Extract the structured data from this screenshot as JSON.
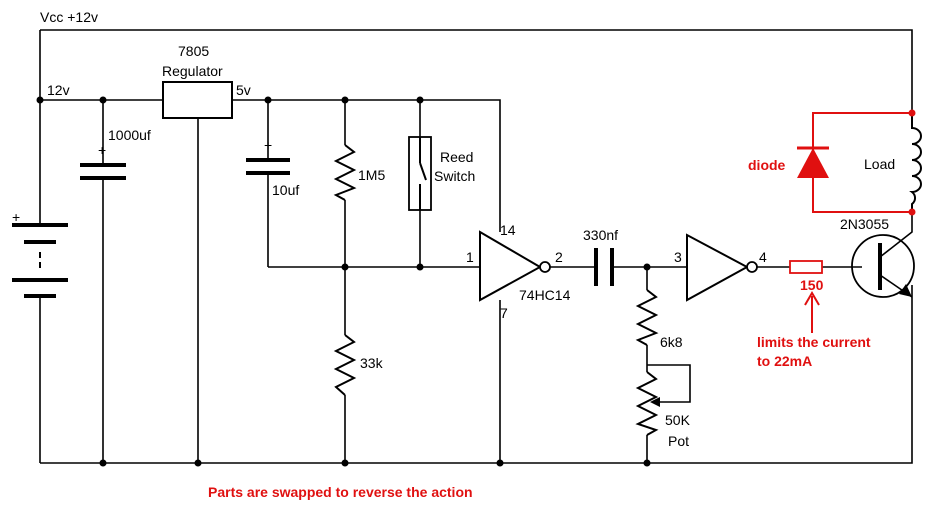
{
  "labels": {
    "vcc": "Vcc +12v",
    "v12": "12v",
    "reg_num": "7805",
    "reg_name": "Regulator",
    "v5": "5v",
    "c1000": "1000uf",
    "c10": "10uf",
    "r1m5": "1M5",
    "reed1": "Reed",
    "reed2": "Switch",
    "r33k": "33k",
    "pin14": "14",
    "pin1": "1",
    "pin2": "2",
    "pin7": "7",
    "ic": "74HC14",
    "c330": "330nf",
    "pin3": "3",
    "pin4": "4",
    "r6k8": "6k8",
    "pot1": "50K",
    "pot2": "Pot",
    "transistor": "2N3055",
    "load": "Load"
  },
  "annotations": {
    "diode": "diode",
    "r150": "150",
    "limits1": "limits the current",
    "limits2": "to 22mA",
    "footer": "Parts are swapped to reverse the action"
  },
  "colors": {
    "wire": "#000000",
    "highlight": "#e01010"
  }
}
